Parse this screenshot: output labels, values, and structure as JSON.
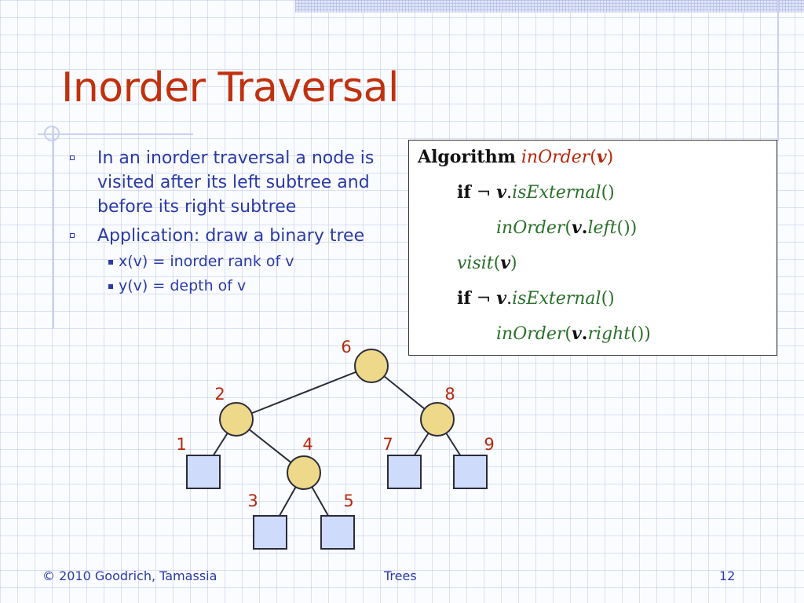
{
  "slide": {
    "title": "Inorder Traversal",
    "bullets": [
      {
        "text": "In an inorder traversal a node is visited after its left subtree and before its right subtree"
      },
      {
        "text": "Application: draw a binary tree",
        "sub": [
          "x(v) = inorder rank of v",
          "y(v) = depth of v"
        ]
      }
    ]
  },
  "algorithm": {
    "line1": {
      "kw": "Algorithm",
      "name": "inOrder",
      "open": "(",
      "arg": "v",
      "close": ")"
    },
    "line2": {
      "kw": "if",
      "neg": "¬",
      "var": "v",
      "dot": ".",
      "method": "isExternal",
      "parens": "()"
    },
    "line3": {
      "name": "inOrder",
      "open": "(",
      "var": "v",
      "dot": ".",
      "method": "left",
      "close": "())"
    },
    "line4": {
      "name": "visit",
      "open": "(",
      "arg": "v",
      "close": ")"
    },
    "line5": {
      "kw": "if",
      "neg": "¬",
      "var": "v",
      "dot": ".",
      "method": "isExternal",
      "parens": "()"
    },
    "line6": {
      "name": "inOrder",
      "open": "(",
      "var": "v",
      "dot": ".",
      "method": "right",
      "close": "())"
    }
  },
  "tree": {
    "labels": [
      "6",
      "2",
      "8",
      "1",
      "4",
      "7",
      "9",
      "3",
      "5"
    ],
    "colors": {
      "internal": "#eed88a",
      "external": "#cfdbfa",
      "stroke": "#2b2b3a",
      "label": "#b5280c"
    }
  },
  "footer": {
    "left": "© 2010 Goodrich, Tamassia",
    "center": "Trees",
    "page": "12"
  }
}
